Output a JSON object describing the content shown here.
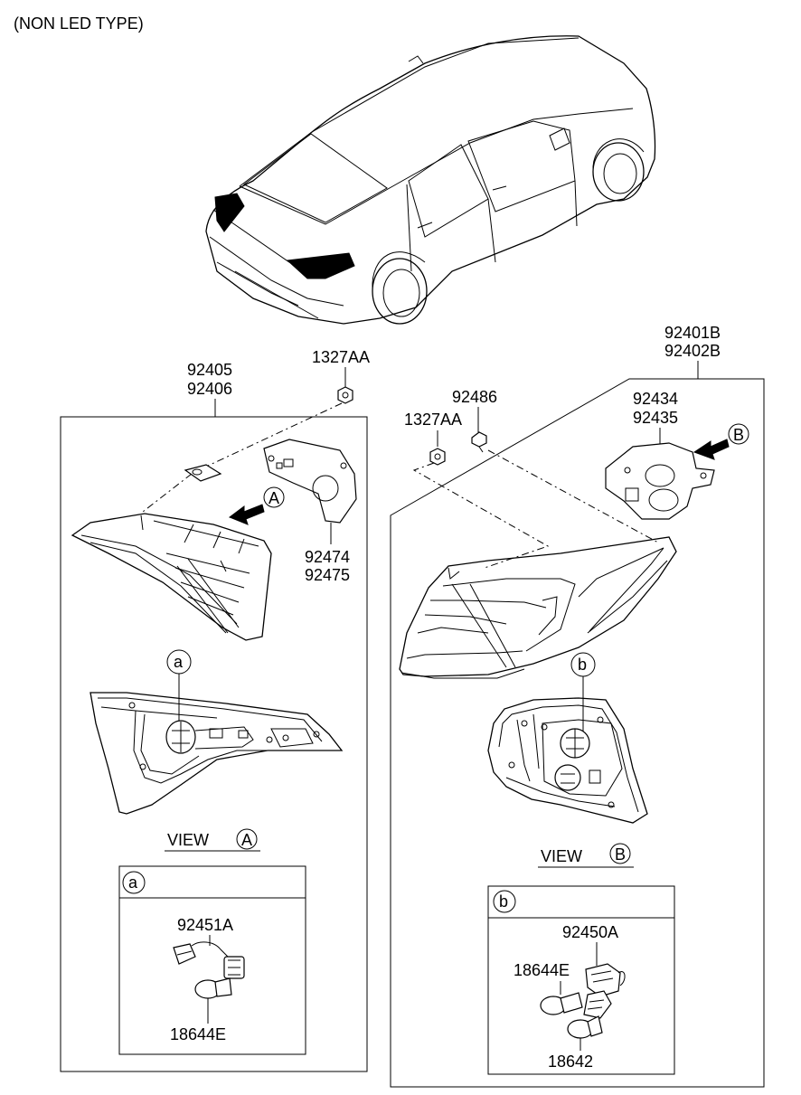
{
  "header": {
    "title": "(NON LED TYPE)"
  },
  "left_assembly": {
    "part_numbers": [
      "92405",
      "92406"
    ],
    "nut": "1327AA",
    "gasket": [
      "92474",
      "92475"
    ],
    "view_label": "VIEW",
    "view_marker": "A",
    "arrow_marker": "A",
    "detail_marker": "a",
    "detail_box": {
      "marker": "a",
      "socket": "92451A",
      "bulb": "18644E"
    }
  },
  "right_assembly": {
    "part_numbers": [
      "92401B",
      "92402B"
    ],
    "nut": "1327AA",
    "screw": "92486",
    "gasket": [
      "92434",
      "92435"
    ],
    "view_label": "VIEW",
    "view_marker": "B",
    "arrow_marker": "B",
    "detail_marker": "b",
    "detail_box": {
      "marker": "b",
      "socket": "92450A",
      "bulb_1": "18644E",
      "bulb_2": "18642"
    }
  }
}
